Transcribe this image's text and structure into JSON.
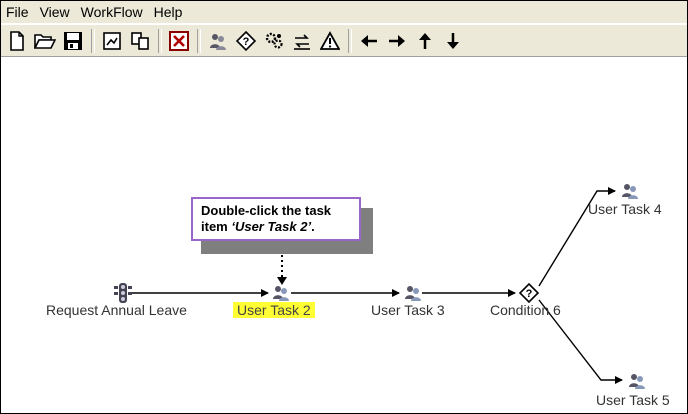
{
  "menu": [
    "File",
    "View",
    "WorkFlow",
    "Help"
  ],
  "toolbar": {
    "groups": [
      [
        "new-icon",
        "open-icon",
        "save-icon"
      ],
      [
        "properties-icon",
        "copy-icon"
      ],
      [
        "delete-icon"
      ],
      [
        "user-task-icon",
        "condition-icon",
        "system-task-icon",
        "sync-icon",
        "alert-icon"
      ],
      [
        "arrow-left-icon",
        "arrow-right-icon",
        "arrow-up-icon",
        "arrow-down-icon"
      ]
    ]
  },
  "nodes": {
    "start": "Request Annual Leave",
    "task2": "User Task 2",
    "task3": "User Task 3",
    "cond6": "Condition 6",
    "task4": "User Task 4",
    "task5": "User Task 5"
  },
  "callout": {
    "line1": "Double-click the task",
    "line2_prefix": "item ",
    "line2_em": "‘User Task 2’",
    "line2_suffix": "."
  },
  "colors": {
    "highlight": "#ffff33",
    "callout_border": "#9966cc",
    "chrome": "#ece9d8"
  }
}
